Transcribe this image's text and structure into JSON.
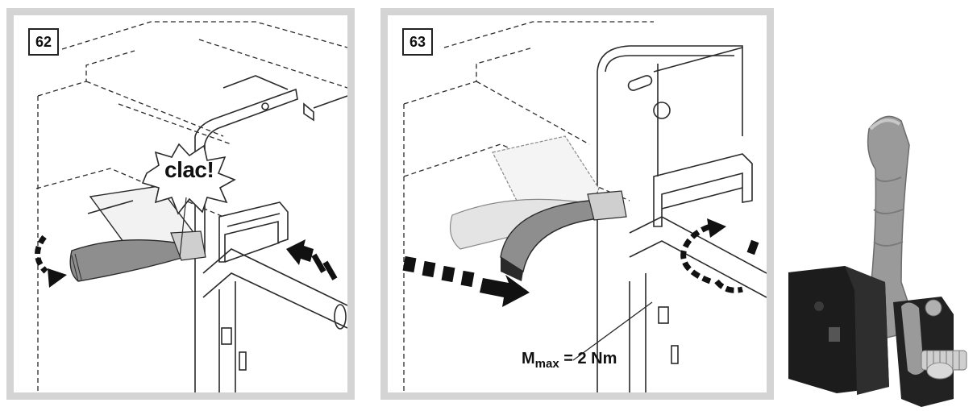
{
  "steps": [
    {
      "number": "62",
      "callout": "clac!"
    },
    {
      "number": "63",
      "torque_symbol": "M",
      "torque_subscript": "max",
      "torque_value": "= 2 Nm"
    }
  ],
  "colors": {
    "frame": "#d4d4d4",
    "line": "#2a2a2a",
    "lever": "#8e8e8e",
    "arrow": "#111111",
    "part_dark": "#1c1c1c",
    "part_grey": "#9a9a9a"
  }
}
